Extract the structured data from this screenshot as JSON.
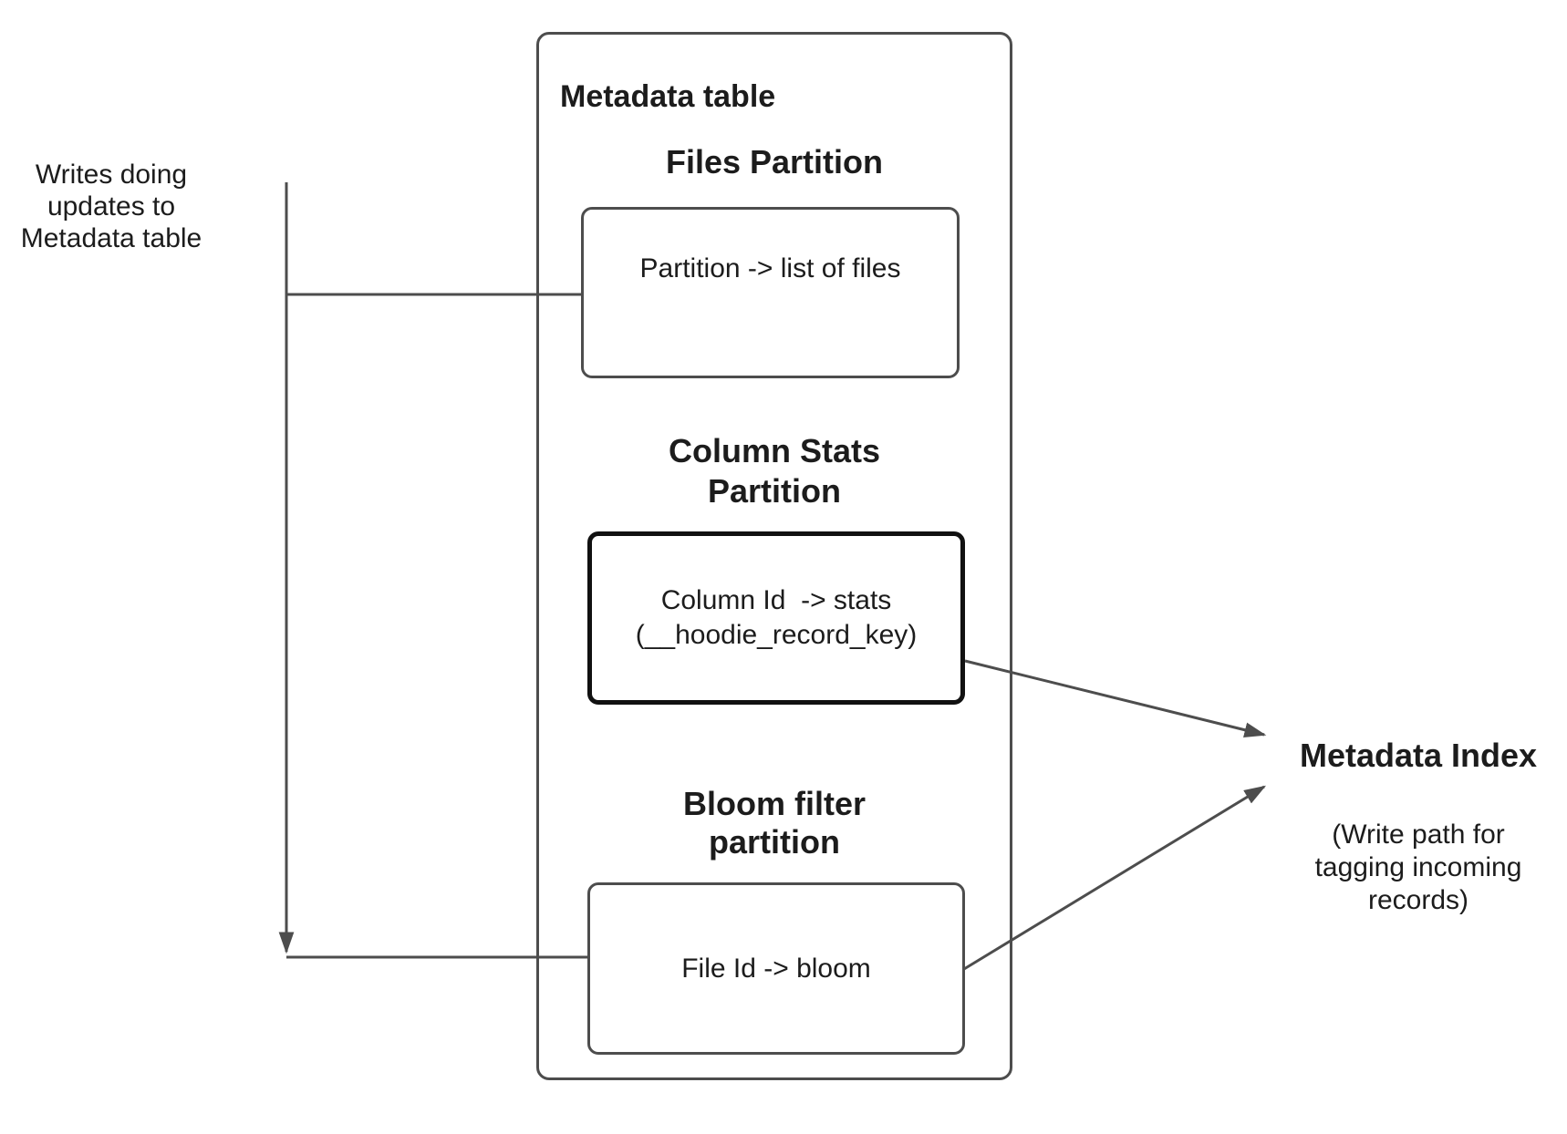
{
  "canvas": {
    "background": "#ffffff"
  },
  "colors": {
    "connector": "#4d4d4d",
    "box_border": "#4d4d4d",
    "stats_box_border": "#111111",
    "text": "#1c1c1c"
  },
  "left_note": {
    "lines": [
      "Writes doing",
      "updates to",
      "Metadata table"
    ]
  },
  "metadata_table": {
    "title": "Metadata table",
    "files": {
      "heading": "Files Partition",
      "mapping": "Partition -> list of files"
    },
    "column_stats": {
      "heading_lines": [
        "Column Stats",
        "Partition"
      ],
      "mapping_lines": [
        "Column Id  -> stats",
        "(__hoodie_record_key)"
      ]
    },
    "bloom": {
      "heading_lines": [
        "Bloom filter",
        "partition"
      ],
      "mapping": "File Id -> bloom"
    }
  },
  "metadata_index": {
    "title": "Metadata Index",
    "subtitle_lines": [
      "(Write path for",
      "tagging incoming",
      "records)"
    ]
  }
}
